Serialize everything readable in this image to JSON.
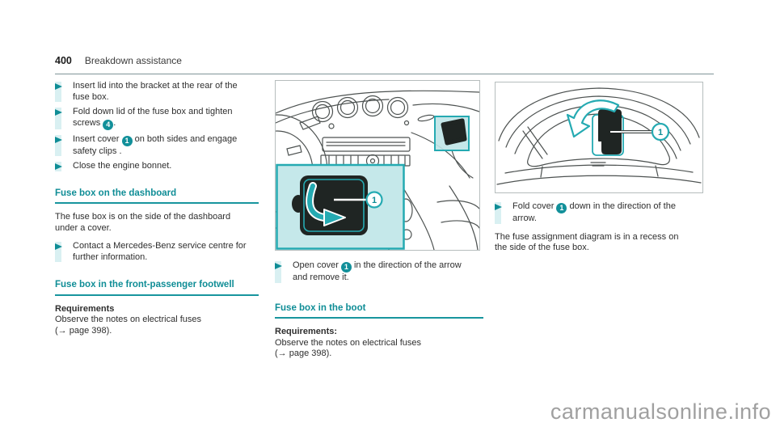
{
  "header": {
    "page_number": "400",
    "chapter": "Breakdown assistance"
  },
  "watermark": "carmanualsonline.info",
  "colors": {
    "accent_teal": "#0f8d96",
    "illustration_teal": "#25aab2",
    "bullet_strip": "#d9f0f2",
    "inset_background": "#c5e8ea",
    "frame_border": "#b6bdbd",
    "watermark_gray": "#a0a0a0"
  },
  "left_column": {
    "bullets": [
      {
        "pre": "Insert lid into the bracket at the rear of the\nfuse box."
      },
      {
        "pre": "Fold down lid of the fuse box and tighten\nscrews ",
        "badge": "4",
        "post": "."
      },
      {
        "pre": "Insert cover ",
        "badge": "1",
        "post": " on both sides and engage\nsafety clips ."
      },
      {
        "pre": "Close the engine bonnet."
      }
    ],
    "section_dashboard": {
      "heading": "Fuse box on the dashboard",
      "body": "The fuse box is on the side of the dashboard\nunder a cover.",
      "bullet": "Contact a Mercedes-Benz service centre for\nfurther information."
    },
    "section_footwell": {
      "heading": "Fuse box in the front-passenger footwell",
      "requirements_label": "Requirements",
      "requirements_text": "Observe the notes on electrical fuses\n(→ page 398)."
    }
  },
  "middle_column": {
    "illustration": {
      "badge": "1"
    },
    "bullet": {
      "pre": "Open cover ",
      "badge": "1",
      "post": " in the direction of the arrow\nand remove it."
    },
    "section_boot": {
      "heading": "Fuse box in the boot",
      "requirements_label": "Requirements:",
      "requirements_text": "Observe the notes on electrical fuses\n(→ page 398)."
    }
  },
  "right_column": {
    "illustration": {
      "badge": "1"
    },
    "bullet": {
      "pre": "Fold cover ",
      "badge": "1",
      "post": " down in the direction of the\narrow."
    },
    "body": "The fuse assignment diagram is in a recess on\nthe side of the fuse box."
  }
}
